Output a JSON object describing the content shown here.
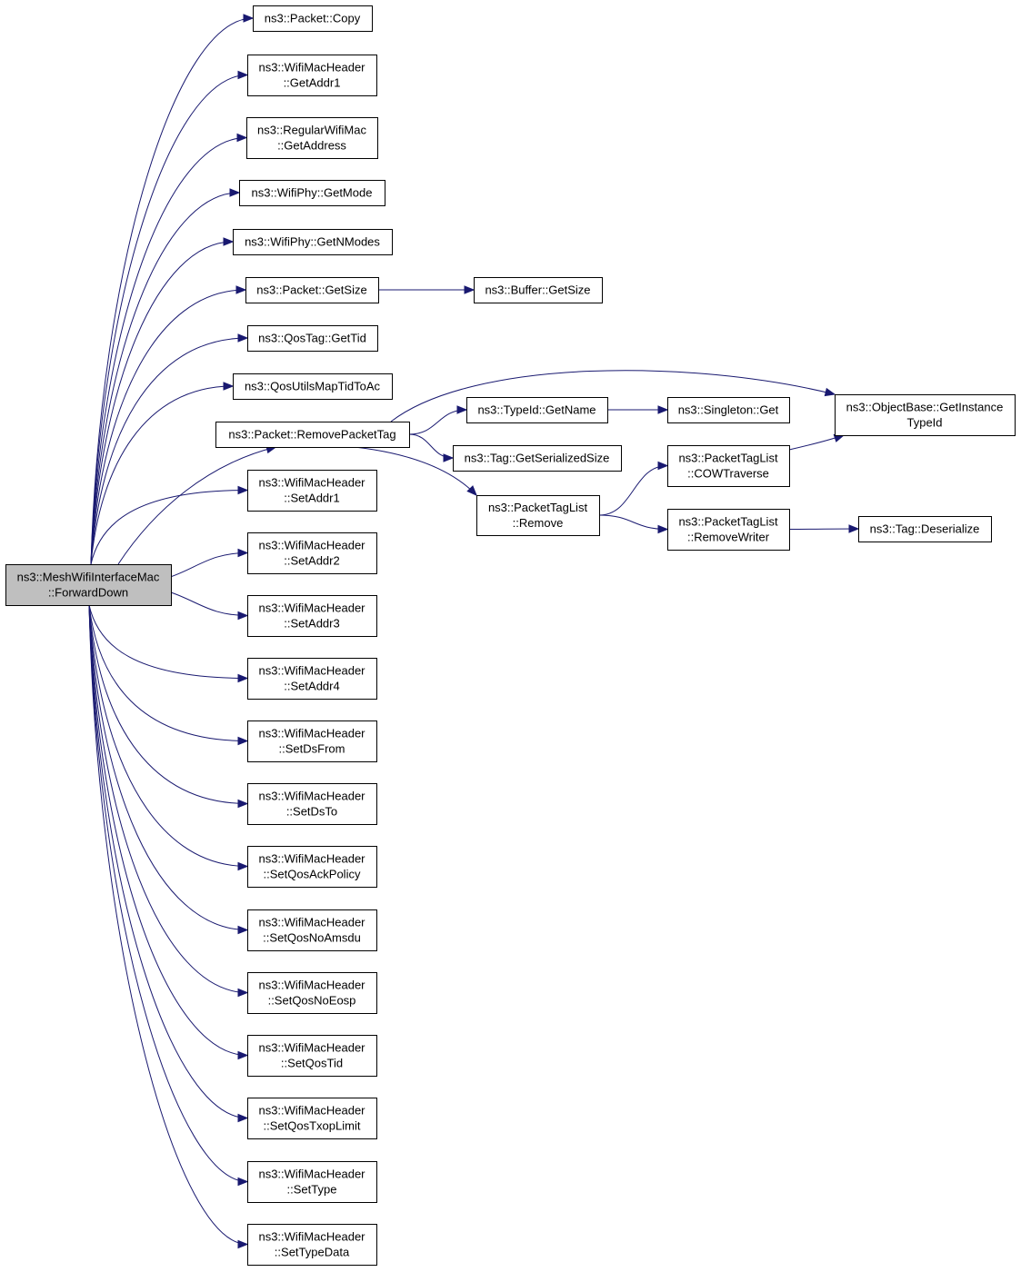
{
  "graph": {
    "nodes": [
      {
        "id": "root",
        "lines": [
          "ns3::MeshWifiInterfaceMac",
          "::ForwardDown"
        ]
      },
      {
        "id": "copy",
        "lines": [
          "ns3::Packet::Copy"
        ]
      },
      {
        "id": "getaddr1",
        "lines": [
          "ns3::WifiMacHeader",
          "::GetAddr1"
        ]
      },
      {
        "id": "getaddress",
        "lines": [
          "ns3::RegularWifiMac",
          "::GetAddress"
        ]
      },
      {
        "id": "getmode",
        "lines": [
          "ns3::WifiPhy::GetMode"
        ]
      },
      {
        "id": "getnmodes",
        "lines": [
          "ns3::WifiPhy::GetNModes"
        ]
      },
      {
        "id": "getsize",
        "lines": [
          "ns3::Packet::GetSize"
        ]
      },
      {
        "id": "buffersize",
        "lines": [
          "ns3::Buffer::GetSize"
        ]
      },
      {
        "id": "gettid",
        "lines": [
          "ns3::QosTag::GetTid"
        ]
      },
      {
        "id": "maptid",
        "lines": [
          "ns3::QosUtilsMapTidToAc"
        ]
      },
      {
        "id": "removetag",
        "lines": [
          "ns3::Packet::RemovePacketTag"
        ]
      },
      {
        "id": "getname",
        "lines": [
          "ns3::TypeId::GetName"
        ]
      },
      {
        "id": "singleton",
        "lines": [
          "ns3::Singleton::Get"
        ]
      },
      {
        "id": "instancetype",
        "lines": [
          "ns3::ObjectBase::GetInstance",
          "TypeId"
        ]
      },
      {
        "id": "serialsize",
        "lines": [
          "ns3::Tag::GetSerializedSize"
        ]
      },
      {
        "id": "remove",
        "lines": [
          "ns3::PacketTagList",
          "::Remove"
        ]
      },
      {
        "id": "cow",
        "lines": [
          "ns3::PacketTagList",
          "::COWTraverse"
        ]
      },
      {
        "id": "removewriter",
        "lines": [
          "ns3::PacketTagList",
          "::RemoveWriter"
        ]
      },
      {
        "id": "deserialize",
        "lines": [
          "ns3::Tag::Deserialize"
        ]
      },
      {
        "id": "setaddr1",
        "lines": [
          "ns3::WifiMacHeader",
          "::SetAddr1"
        ]
      },
      {
        "id": "setaddr2",
        "lines": [
          "ns3::WifiMacHeader",
          "::SetAddr2"
        ]
      },
      {
        "id": "setaddr3",
        "lines": [
          "ns3::WifiMacHeader",
          "::SetAddr3"
        ]
      },
      {
        "id": "setaddr4",
        "lines": [
          "ns3::WifiMacHeader",
          "::SetAddr4"
        ]
      },
      {
        "id": "setdsfrom",
        "lines": [
          "ns3::WifiMacHeader",
          "::SetDsFrom"
        ]
      },
      {
        "id": "setdsto",
        "lines": [
          "ns3::WifiMacHeader",
          "::SetDsTo"
        ]
      },
      {
        "id": "setackpolicy",
        "lines": [
          "ns3::WifiMacHeader",
          "::SetQosAckPolicy"
        ]
      },
      {
        "id": "setnoamsdu",
        "lines": [
          "ns3::WifiMacHeader",
          "::SetQosNoAmsdu"
        ]
      },
      {
        "id": "setnoeosp",
        "lines": [
          "ns3::WifiMacHeader",
          "::SetQosNoEosp"
        ]
      },
      {
        "id": "setqostid",
        "lines": [
          "ns3::WifiMacHeader",
          "::SetQosTid"
        ]
      },
      {
        "id": "settxop",
        "lines": [
          "ns3::WifiMacHeader",
          "::SetQosTxopLimit"
        ]
      },
      {
        "id": "settype",
        "lines": [
          "ns3::WifiMacHeader",
          "::SetType"
        ]
      },
      {
        "id": "settypedata",
        "lines": [
          "ns3::WifiMacHeader",
          "::SetTypeData"
        ]
      }
    ],
    "edges": [
      [
        "root",
        "copy"
      ],
      [
        "root",
        "getaddr1"
      ],
      [
        "root",
        "getaddress"
      ],
      [
        "root",
        "getmode"
      ],
      [
        "root",
        "getnmodes"
      ],
      [
        "root",
        "getsize"
      ],
      [
        "root",
        "gettid"
      ],
      [
        "root",
        "maptid"
      ],
      [
        "root",
        "removetag"
      ],
      [
        "root",
        "setaddr1"
      ],
      [
        "root",
        "setaddr2"
      ],
      [
        "root",
        "setaddr3"
      ],
      [
        "root",
        "setaddr4"
      ],
      [
        "root",
        "setdsfrom"
      ],
      [
        "root",
        "setdsto"
      ],
      [
        "root",
        "setackpolicy"
      ],
      [
        "root",
        "setnoamsdu"
      ],
      [
        "root",
        "setnoeosp"
      ],
      [
        "root",
        "setqostid"
      ],
      [
        "root",
        "settxop"
      ],
      [
        "root",
        "settype"
      ],
      [
        "root",
        "settypedata"
      ],
      [
        "getsize",
        "buffersize"
      ],
      [
        "removetag",
        "instancetype"
      ],
      [
        "removetag",
        "getname"
      ],
      [
        "removetag",
        "serialsize"
      ],
      [
        "removetag",
        "remove"
      ],
      [
        "getname",
        "singleton"
      ],
      [
        "remove",
        "cow"
      ],
      [
        "remove",
        "removewriter"
      ],
      [
        "cow",
        "instancetype"
      ],
      [
        "removewriter",
        "deserialize"
      ]
    ]
  }
}
